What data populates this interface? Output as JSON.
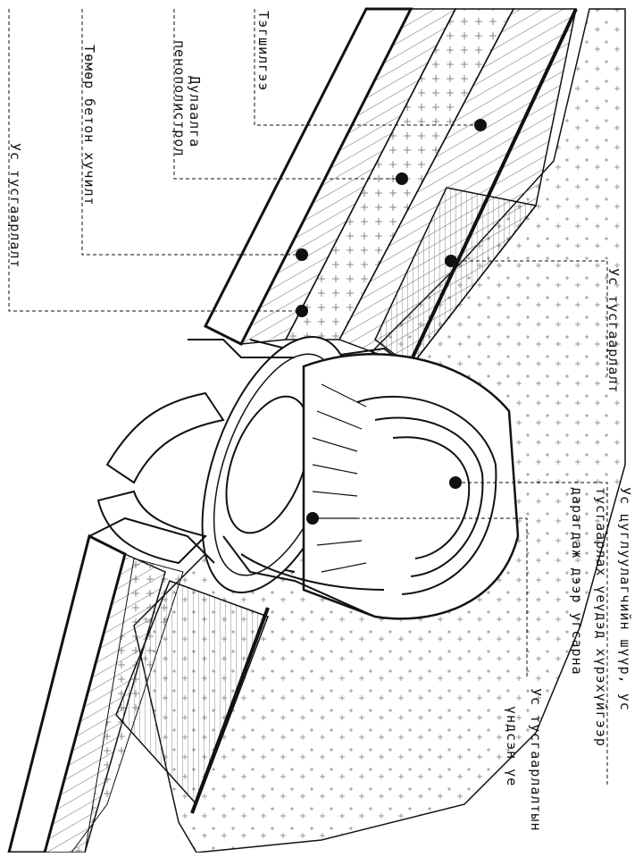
{
  "labels": {
    "paving": "Тэгшилгээ",
    "insulation_1": "Дулаалга",
    "insulation_2": "пенополистрол",
    "concrete": "Төмөр бетон хучилт",
    "waterproof_left": "Ус тусгаарлалт",
    "waterproof_right": "Ус тусгаарлалт",
    "drain_1": "Ус цуглуулагчийн шүүр, ус",
    "drain_2": "тусгаарлах үеүдэд хүрэхүйгээр",
    "drain_3": "дарагдаж дээр угсарна",
    "base_1": "Ус тусгаарлалтын",
    "base_2": "үндсэн үе"
  },
  "colors": {
    "line": "#111111",
    "background": "#ffffff"
  }
}
